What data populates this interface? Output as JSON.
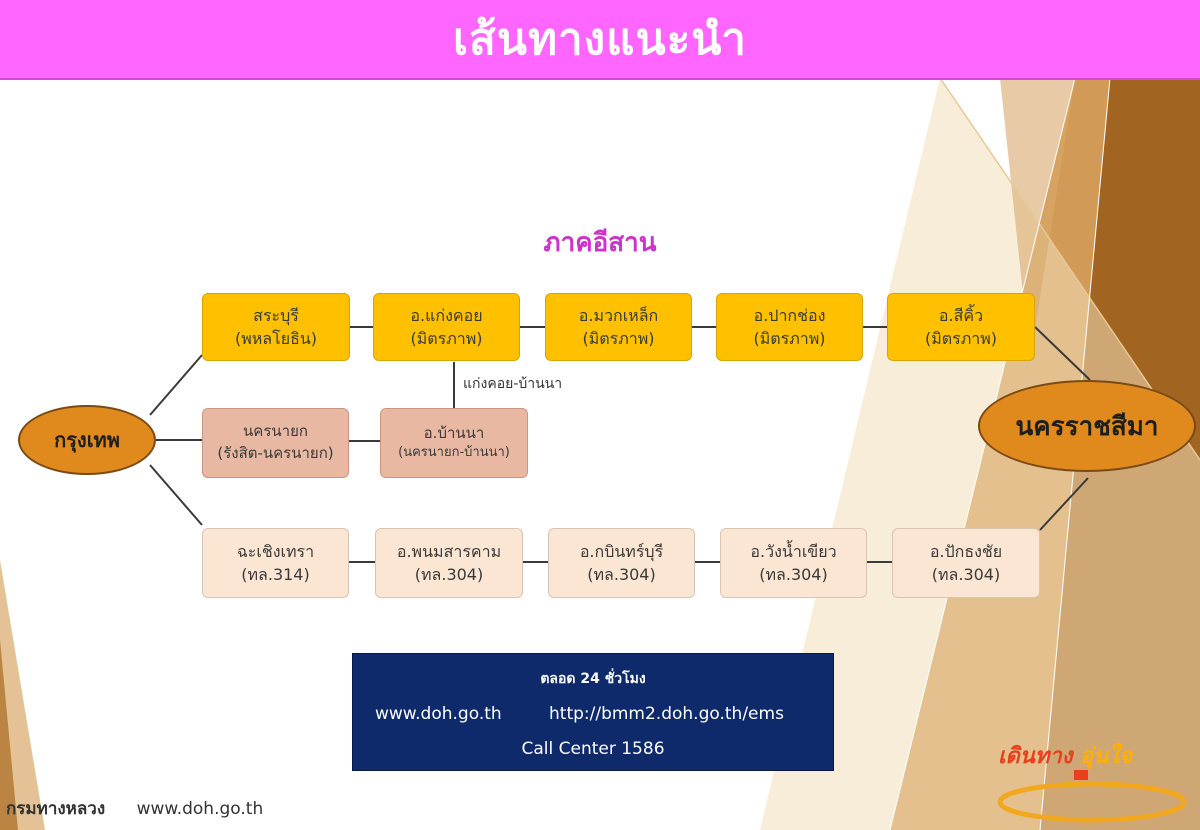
{
  "title": "เส้นทางแนะนำ",
  "subtitle": "ภาคอีสาน",
  "start_node": "กรุงเทพ",
  "end_node": "นครราชสีมา",
  "routes": {
    "top": [
      {
        "line1": "สระบุรี",
        "line2": "(พหลโยธิน)"
      },
      {
        "line1": "อ.แก่งคอย",
        "line2": "(มิตรภาพ)"
      },
      {
        "line1": "อ.มวกเหล็ก",
        "line2": "(มิตรภาพ)"
      },
      {
        "line1": "อ.ปากช่อง",
        "line2": "(มิตรภาพ)"
      },
      {
        "line1": "อ.สีคิ้ว",
        "line2": "(มิตรภาพ)"
      }
    ],
    "middle": [
      {
        "line1": "นครนายก",
        "line2": "(รังสิต-นครนายก)"
      },
      {
        "line1": "อ.บ้านนา",
        "line2": "(นครนายก-บ้านนา)"
      }
    ],
    "middle_branch_label": "แก่งคอย-บ้านนา",
    "bottom": [
      {
        "line1": "ฉะเชิงเทรา",
        "line2": "(ทล.314)"
      },
      {
        "line1": "อ.พนมสารคาม",
        "line2": "(ทล.304)"
      },
      {
        "line1": "อ.กบินทร์บุรี",
        "line2": "(ทล.304)"
      },
      {
        "line1": "อ.วังน้ำเขียว",
        "line2": "(ทล.304)"
      },
      {
        "line1": "อ.ปักธงชัย",
        "line2": "(ทล.304)"
      }
    ]
  },
  "contact": {
    "hours": "ตลอด 24 ชั่วโมง",
    "website": "www.doh.go.th",
    "ems_site": "http://bmm2.doh.go.th/ems",
    "call_center": "Call Center 1586"
  },
  "footer": {
    "department": "กรมทางหลวง",
    "website": "www.doh.go.th"
  },
  "logo": {
    "text_part1": "เดินทาง",
    "text_part2": "อุ่นใจ"
  },
  "colors": {
    "title_bar": "#ff66ff",
    "subtitle": "#cc33cc",
    "top_route": "#ffc000",
    "middle_route": "#e8b8a2",
    "bottom_route": "#fbe5d3",
    "endpoint": "#e08a1e",
    "contact_box": "#0e2a6b"
  }
}
